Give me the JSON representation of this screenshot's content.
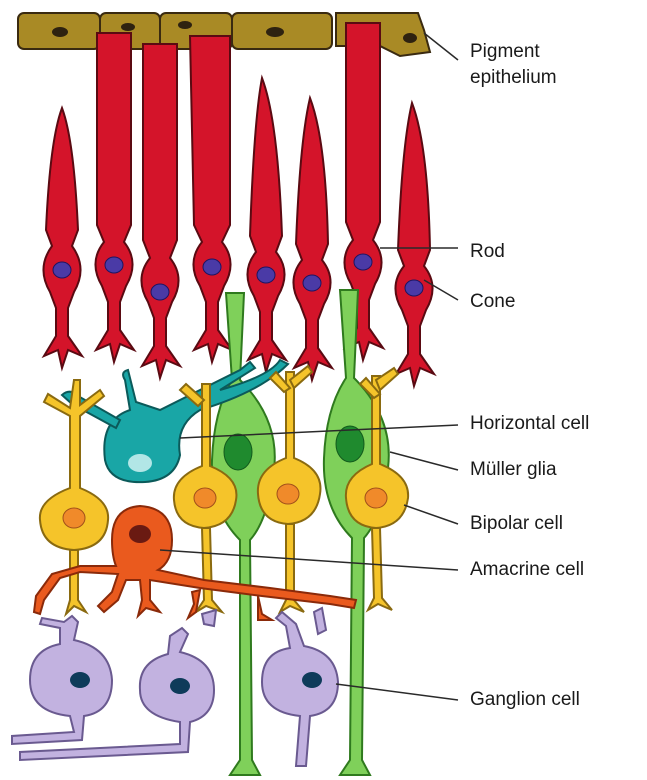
{
  "labels": {
    "pigment_line1": "Pigment",
    "pigment_line2": "epithelium",
    "rod": "Rod",
    "cone": "Cone",
    "horizontal": "Horizontal cell",
    "muller": "Müller glia",
    "bipolar": "Bipolar cell",
    "amacrine": "Amacrine cell",
    "ganglion": "Ganglion cell"
  },
  "colors": {
    "pigment": "#a98a25",
    "photoreceptor": "#d4142a",
    "nucleus_photoreceptor": "#4a3aa6",
    "horizontal": "#19a6a6",
    "muller": "#7fd05a",
    "bipolar": "#f5c42a",
    "amacrine": "#ea5a1e",
    "ganglion": "#c2b2e0",
    "ganglion_nucleus": "#0e3b5a"
  }
}
